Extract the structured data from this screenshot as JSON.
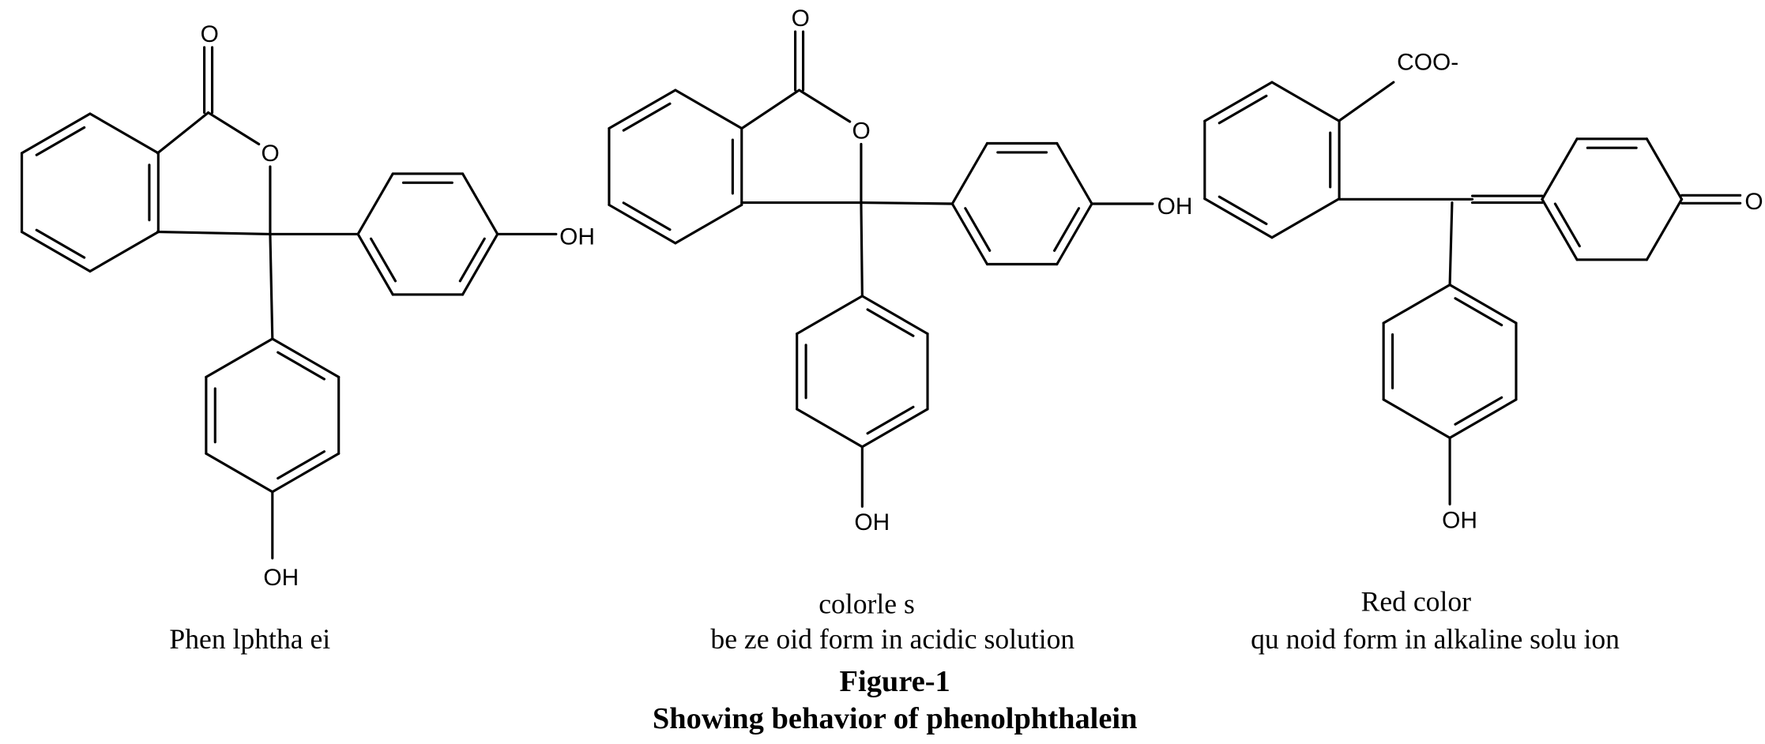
{
  "structures": [
    {
      "atoms": {
        "carbonyl_o": "O",
        "ring_o": "O",
        "oh_right": "OH",
        "oh_bottom": "OH"
      },
      "caption": [
        "Phen  lphtha ei"
      ]
    },
    {
      "atoms": {
        "carbonyl_o": "O",
        "ring_o": "O",
        "oh_right": "OH",
        "oh_bottom": "OH"
      },
      "caption": [
        "colorle s",
        "be  ze  oid form in acidic solution"
      ]
    },
    {
      "atoms": {
        "carboxylate": "COO-",
        "quinone_o": "O",
        "oh_bottom": "OH"
      },
      "caption": [
        "Red color",
        "qu noid form in alkaline solu ion"
      ]
    }
  ],
  "figure": {
    "label": "Figure-1",
    "title": "Showing behavior of phenolphthalein"
  }
}
